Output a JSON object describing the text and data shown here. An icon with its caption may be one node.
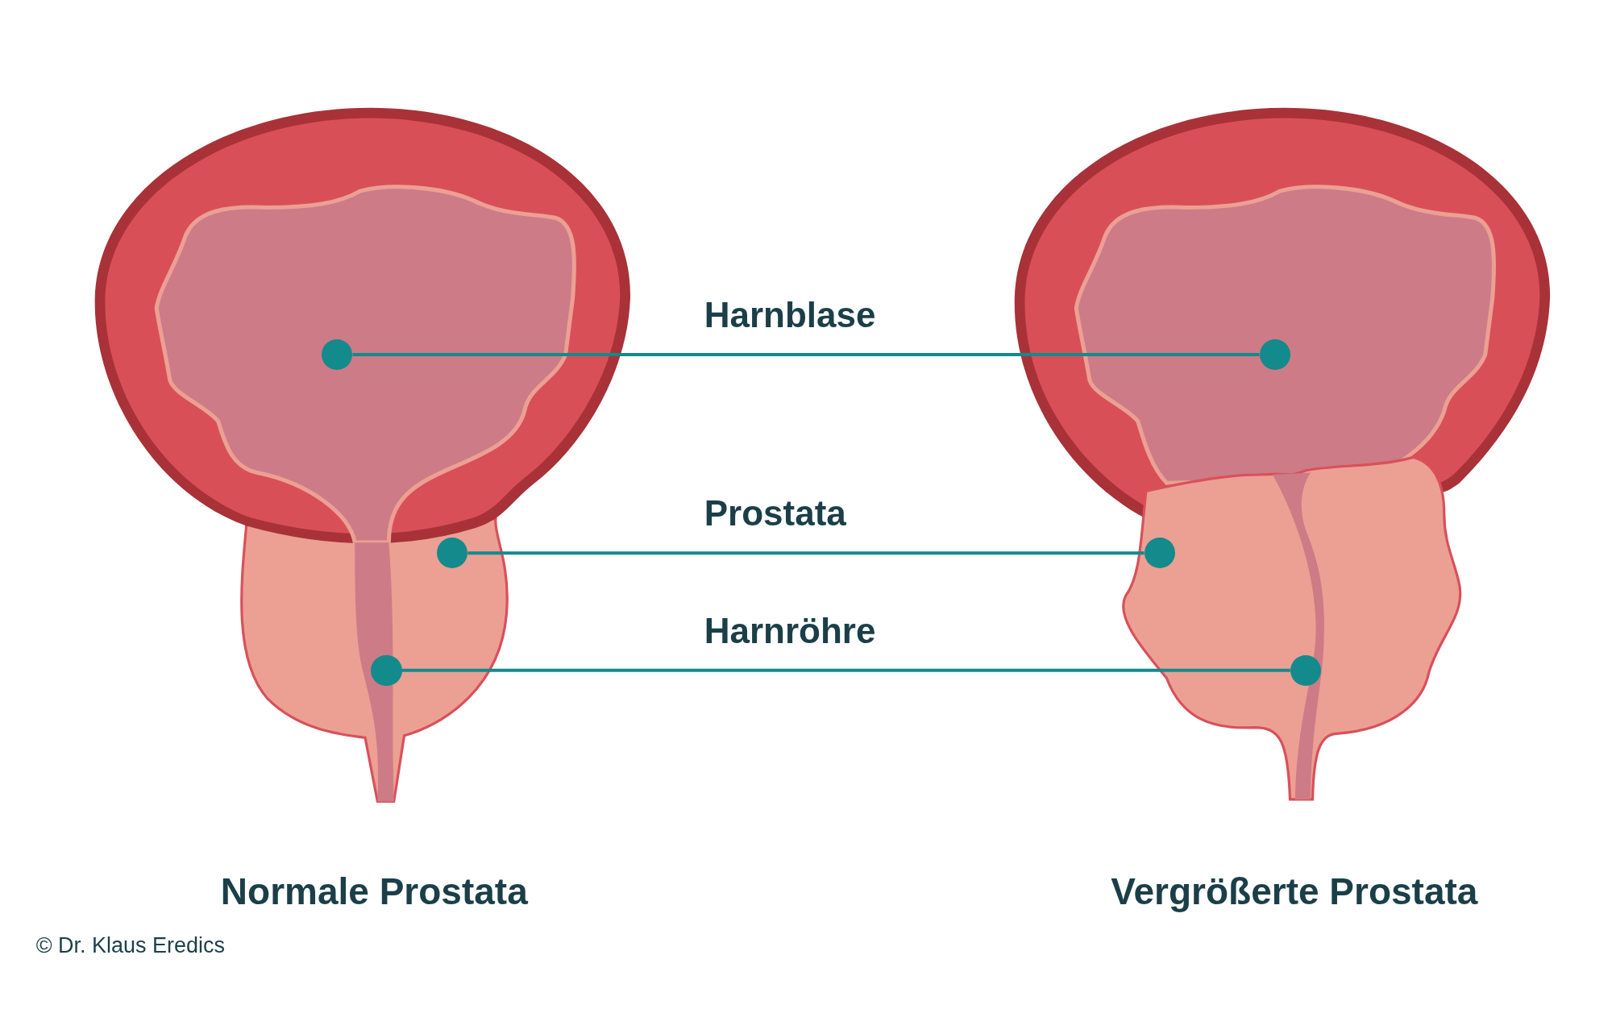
{
  "diagram": {
    "nodes": [
      {
        "text": [],
        "shape": "circle"
      },
      {
        "text": [],
        "shape": "circle"
      },
      {
        "text": [],
        "shape": "circle"
      },
      {
        "text": [],
        "shape": "circle"
      },
      {
        "text": [],
        "shape": "circle"
      },
      {
        "text": [],
        "shape": "circle"
      }
    ],
    "edges": [
      {
        "from": 0,
        "to": 1,
        "arrow": "none",
        "label": "Harnblase"
      },
      {
        "from": 2,
        "to": 3,
        "arrow": "none",
        "label": "Prostata"
      },
      {
        "from": 4,
        "to": 5,
        "arrow": "none",
        "label": "Harnröhre"
      }
    ],
    "labels": [
      "Normale Prostata",
      "Vergrößerte Prostata",
      "© Dr. Klaus Eredics"
    ]
  }
}
